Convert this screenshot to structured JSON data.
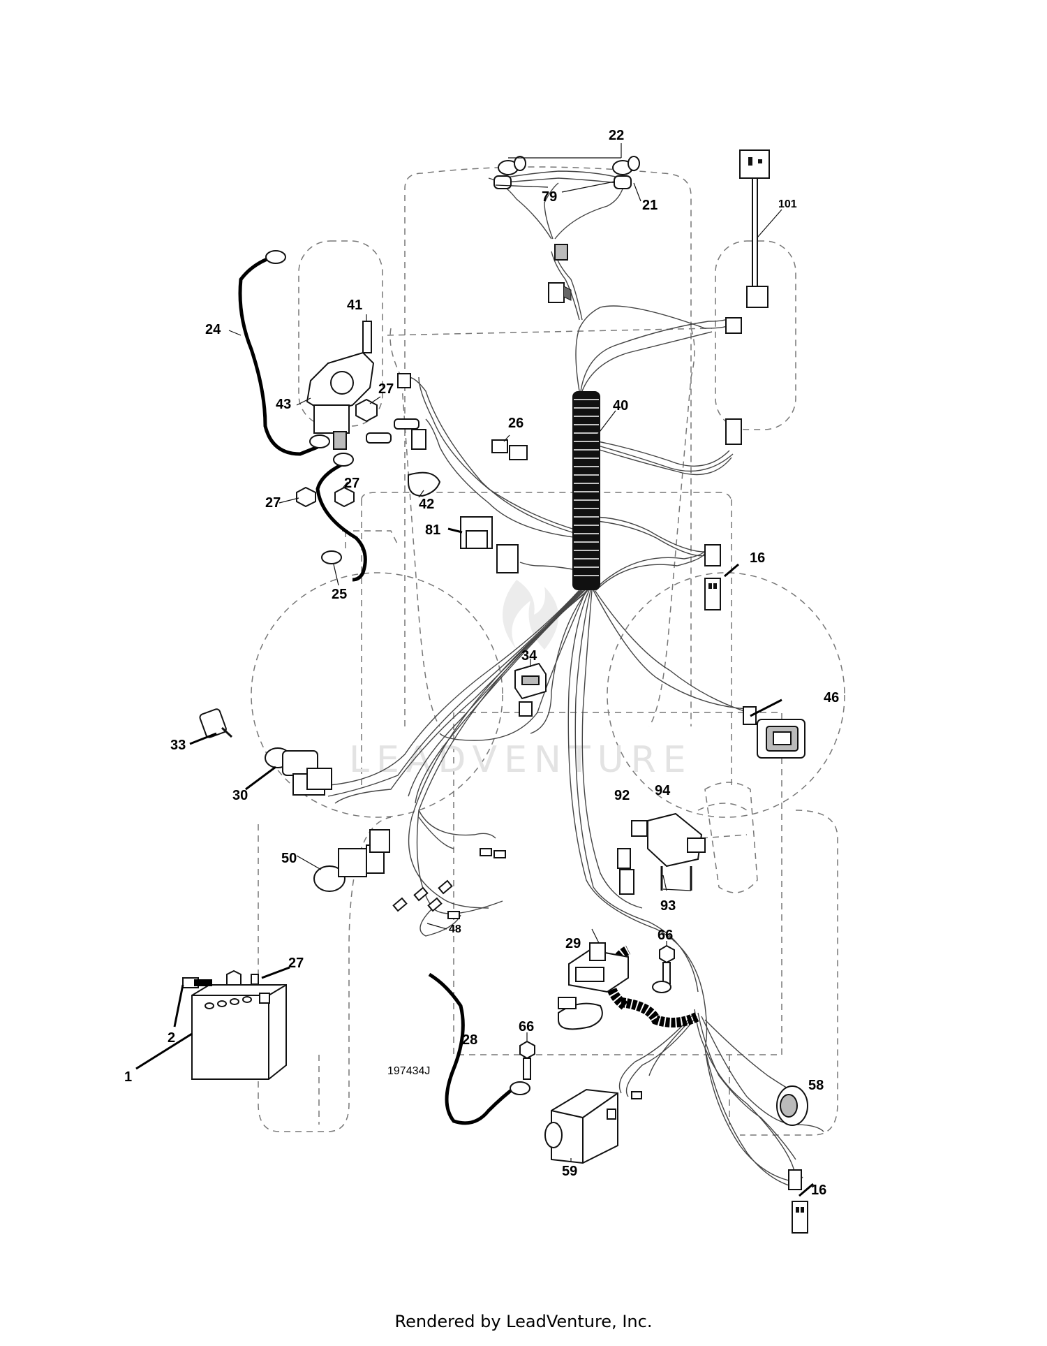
{
  "diagram": {
    "part_code": "197434J",
    "watermark": "LEADVENTURE",
    "footer": "Rendered by LeadVenture, Inc.",
    "callouts": {
      "c22": "22",
      "c79": "79",
      "c21": "21",
      "c101": "101",
      "c41": "41",
      "c24": "24",
      "c43": "43",
      "c27a": "27",
      "c27b": "27",
      "c27c": "27",
      "c40": "40",
      "c26": "26",
      "c42": "42",
      "c81": "81",
      "c16a": "16",
      "c25": "25",
      "c34": "34",
      "c46": "46",
      "c33": "33",
      "c30": "30",
      "c92": "92",
      "c94": "94",
      "c50": "50",
      "c93": "93",
      "c48": "48",
      "c66a": "66",
      "c27d": "27",
      "c29": "29",
      "c2": "2",
      "c28": "28",
      "c66b": "66",
      "c58": "58",
      "c1": "1",
      "c59": "59",
      "c16b": "16"
    }
  }
}
